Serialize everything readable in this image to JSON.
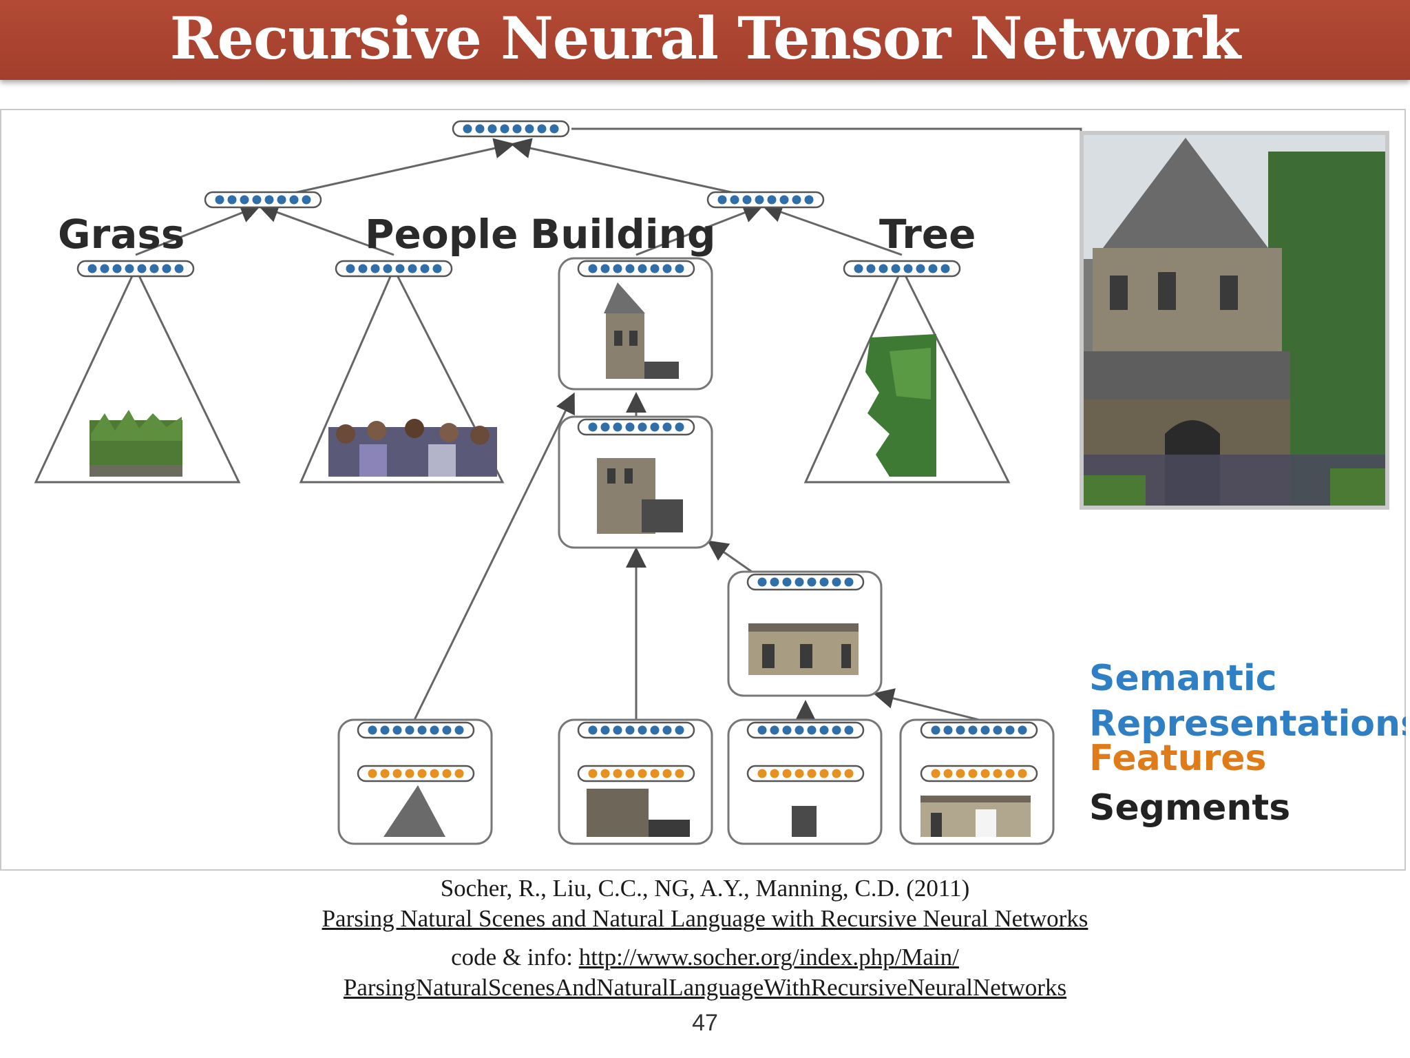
{
  "slide": {
    "title": "Recursive Neural Tensor Network",
    "page_number": "47"
  },
  "diagram": {
    "labels": {
      "grass": "Grass",
      "people": "People",
      "building": "Building",
      "tree": "Tree"
    },
    "legend": {
      "semantic": "Semantic",
      "representations": "Representations",
      "features": "Features",
      "segments": "Segments"
    },
    "colors": {
      "semantic": "#2f7fc4",
      "features": "#e07b1a",
      "segments": "#222222",
      "title_bar": "#a84430",
      "node_blue": "#2f6ea8",
      "node_orange": "#e8901f"
    }
  },
  "citation": {
    "authors": "Socher, R., Liu, C.C., NG, A.Y., Manning, C.D. (2011)",
    "paper_title": "Parsing Natural Scenes and Natural Language with Recursive Neural Networks",
    "code_prefix": "code & info: ",
    "url_line1": "http://www.socher.org/index.php/Main/",
    "url_line2": "ParsingNaturalScenesAndNaturalLanguageWithRecursiveNeuralNetworks"
  }
}
